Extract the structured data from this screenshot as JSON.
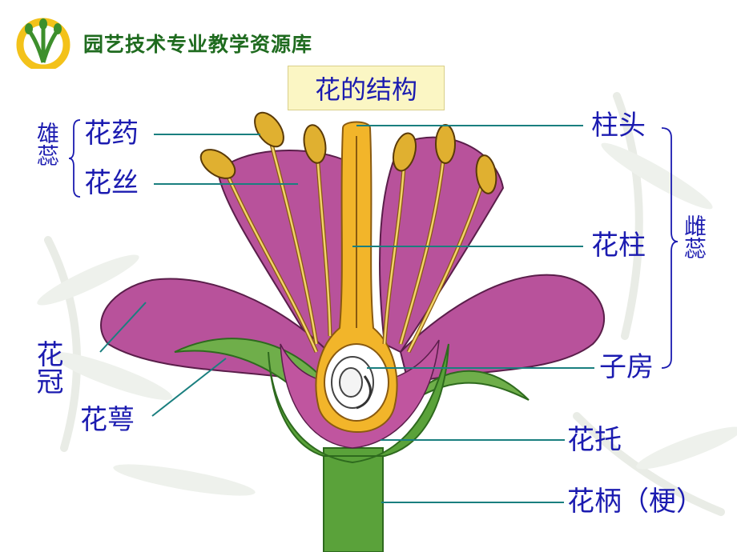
{
  "header": {
    "text": "园艺技术专业教学资源库"
  },
  "title": "花的结构",
  "labels": {
    "anther": "花药",
    "filament": "花丝",
    "stamen": "雄蕊",
    "stigma": "柱头",
    "style": "花柱",
    "pistil": "雌蕊",
    "corolla": "花冠",
    "calyx": "花萼",
    "ovary": "子房",
    "receptacle": "花托",
    "pedicel": "花柄（梗）"
  },
  "colors": {
    "label_text": "#1b1bb0",
    "leader_line": "#1a7f7f",
    "petal": "#b8529b",
    "pistil": "#f2b52a",
    "sepal": "#5f9a3e",
    "anther": "#e0b030",
    "title_box": "#fbf6c4",
    "header_green": "#1f6b1f"
  }
}
